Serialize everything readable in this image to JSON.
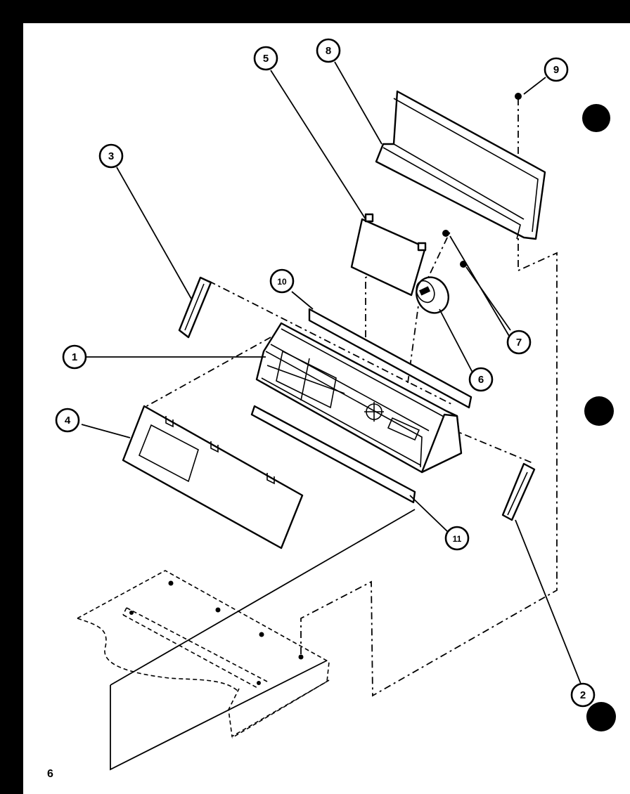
{
  "diagram": {
    "callouts": [
      {
        "id": "c1",
        "label": "1"
      },
      {
        "id": "c2",
        "label": "2"
      },
      {
        "id": "c3",
        "label": "3"
      },
      {
        "id": "c4",
        "label": "4"
      },
      {
        "id": "c5",
        "label": "5"
      },
      {
        "id": "c6",
        "label": "6"
      },
      {
        "id": "c7",
        "label": "7"
      },
      {
        "id": "c8",
        "label": "8"
      },
      {
        "id": "c9",
        "label": "9"
      },
      {
        "id": "c10",
        "label": "10"
      },
      {
        "id": "c11",
        "label": "11"
      }
    ],
    "page_number": "6"
  },
  "colors": {
    "background": "#000000",
    "paper": "#ffffff",
    "ink": "#000000"
  }
}
